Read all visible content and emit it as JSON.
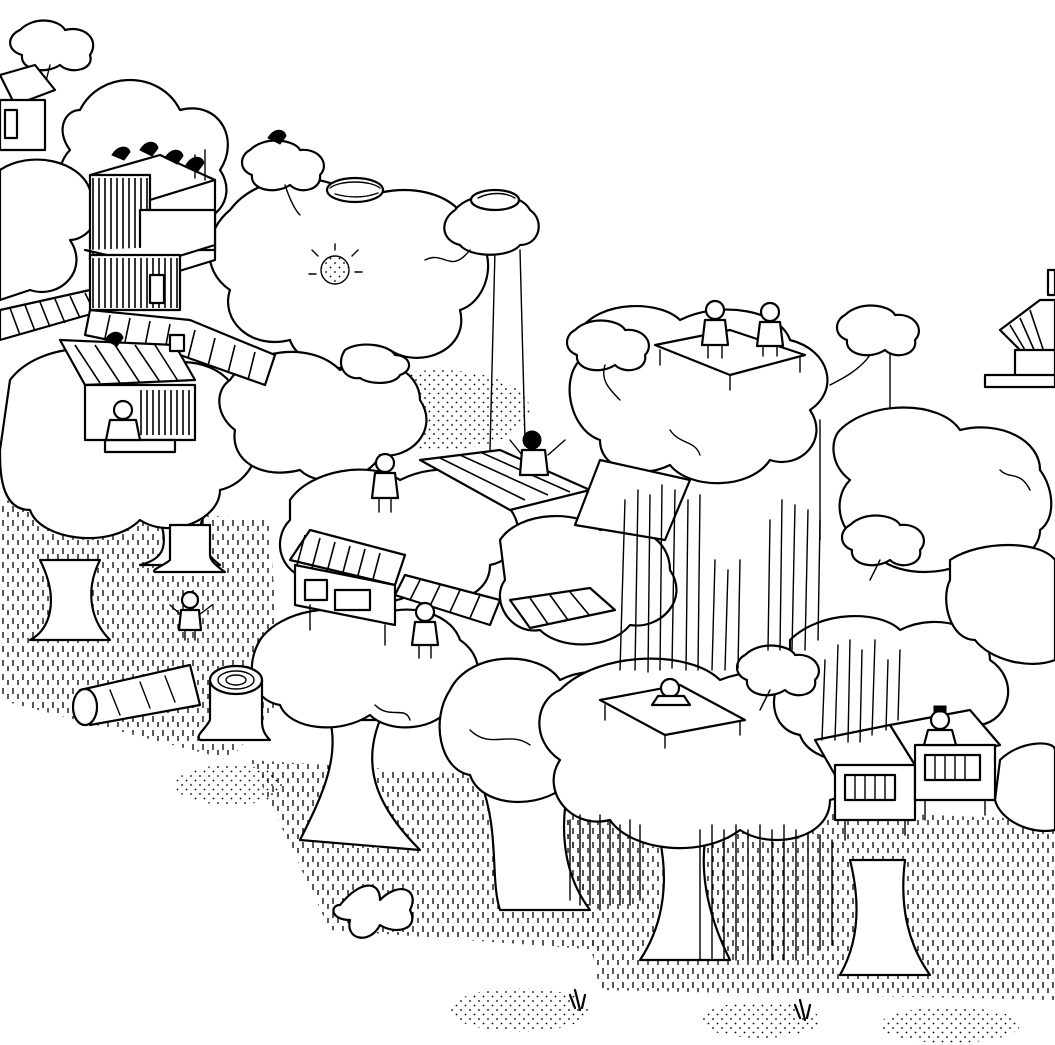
{
  "scene": {
    "style": "black-and-white hand-drawn isometric hidden-object puzzle",
    "colors": {
      "ink": "#000000",
      "paper": "#ffffff"
    },
    "elements": [
      "treehouse-tall",
      "treehouse-left",
      "small-hut-center",
      "twin-huts-right",
      "hut-far-right",
      "boardwalks",
      "platforms",
      "people",
      "bird-nests",
      "tree-stumps",
      "fallen-log",
      "bamboo-groves",
      "birds"
    ]
  }
}
